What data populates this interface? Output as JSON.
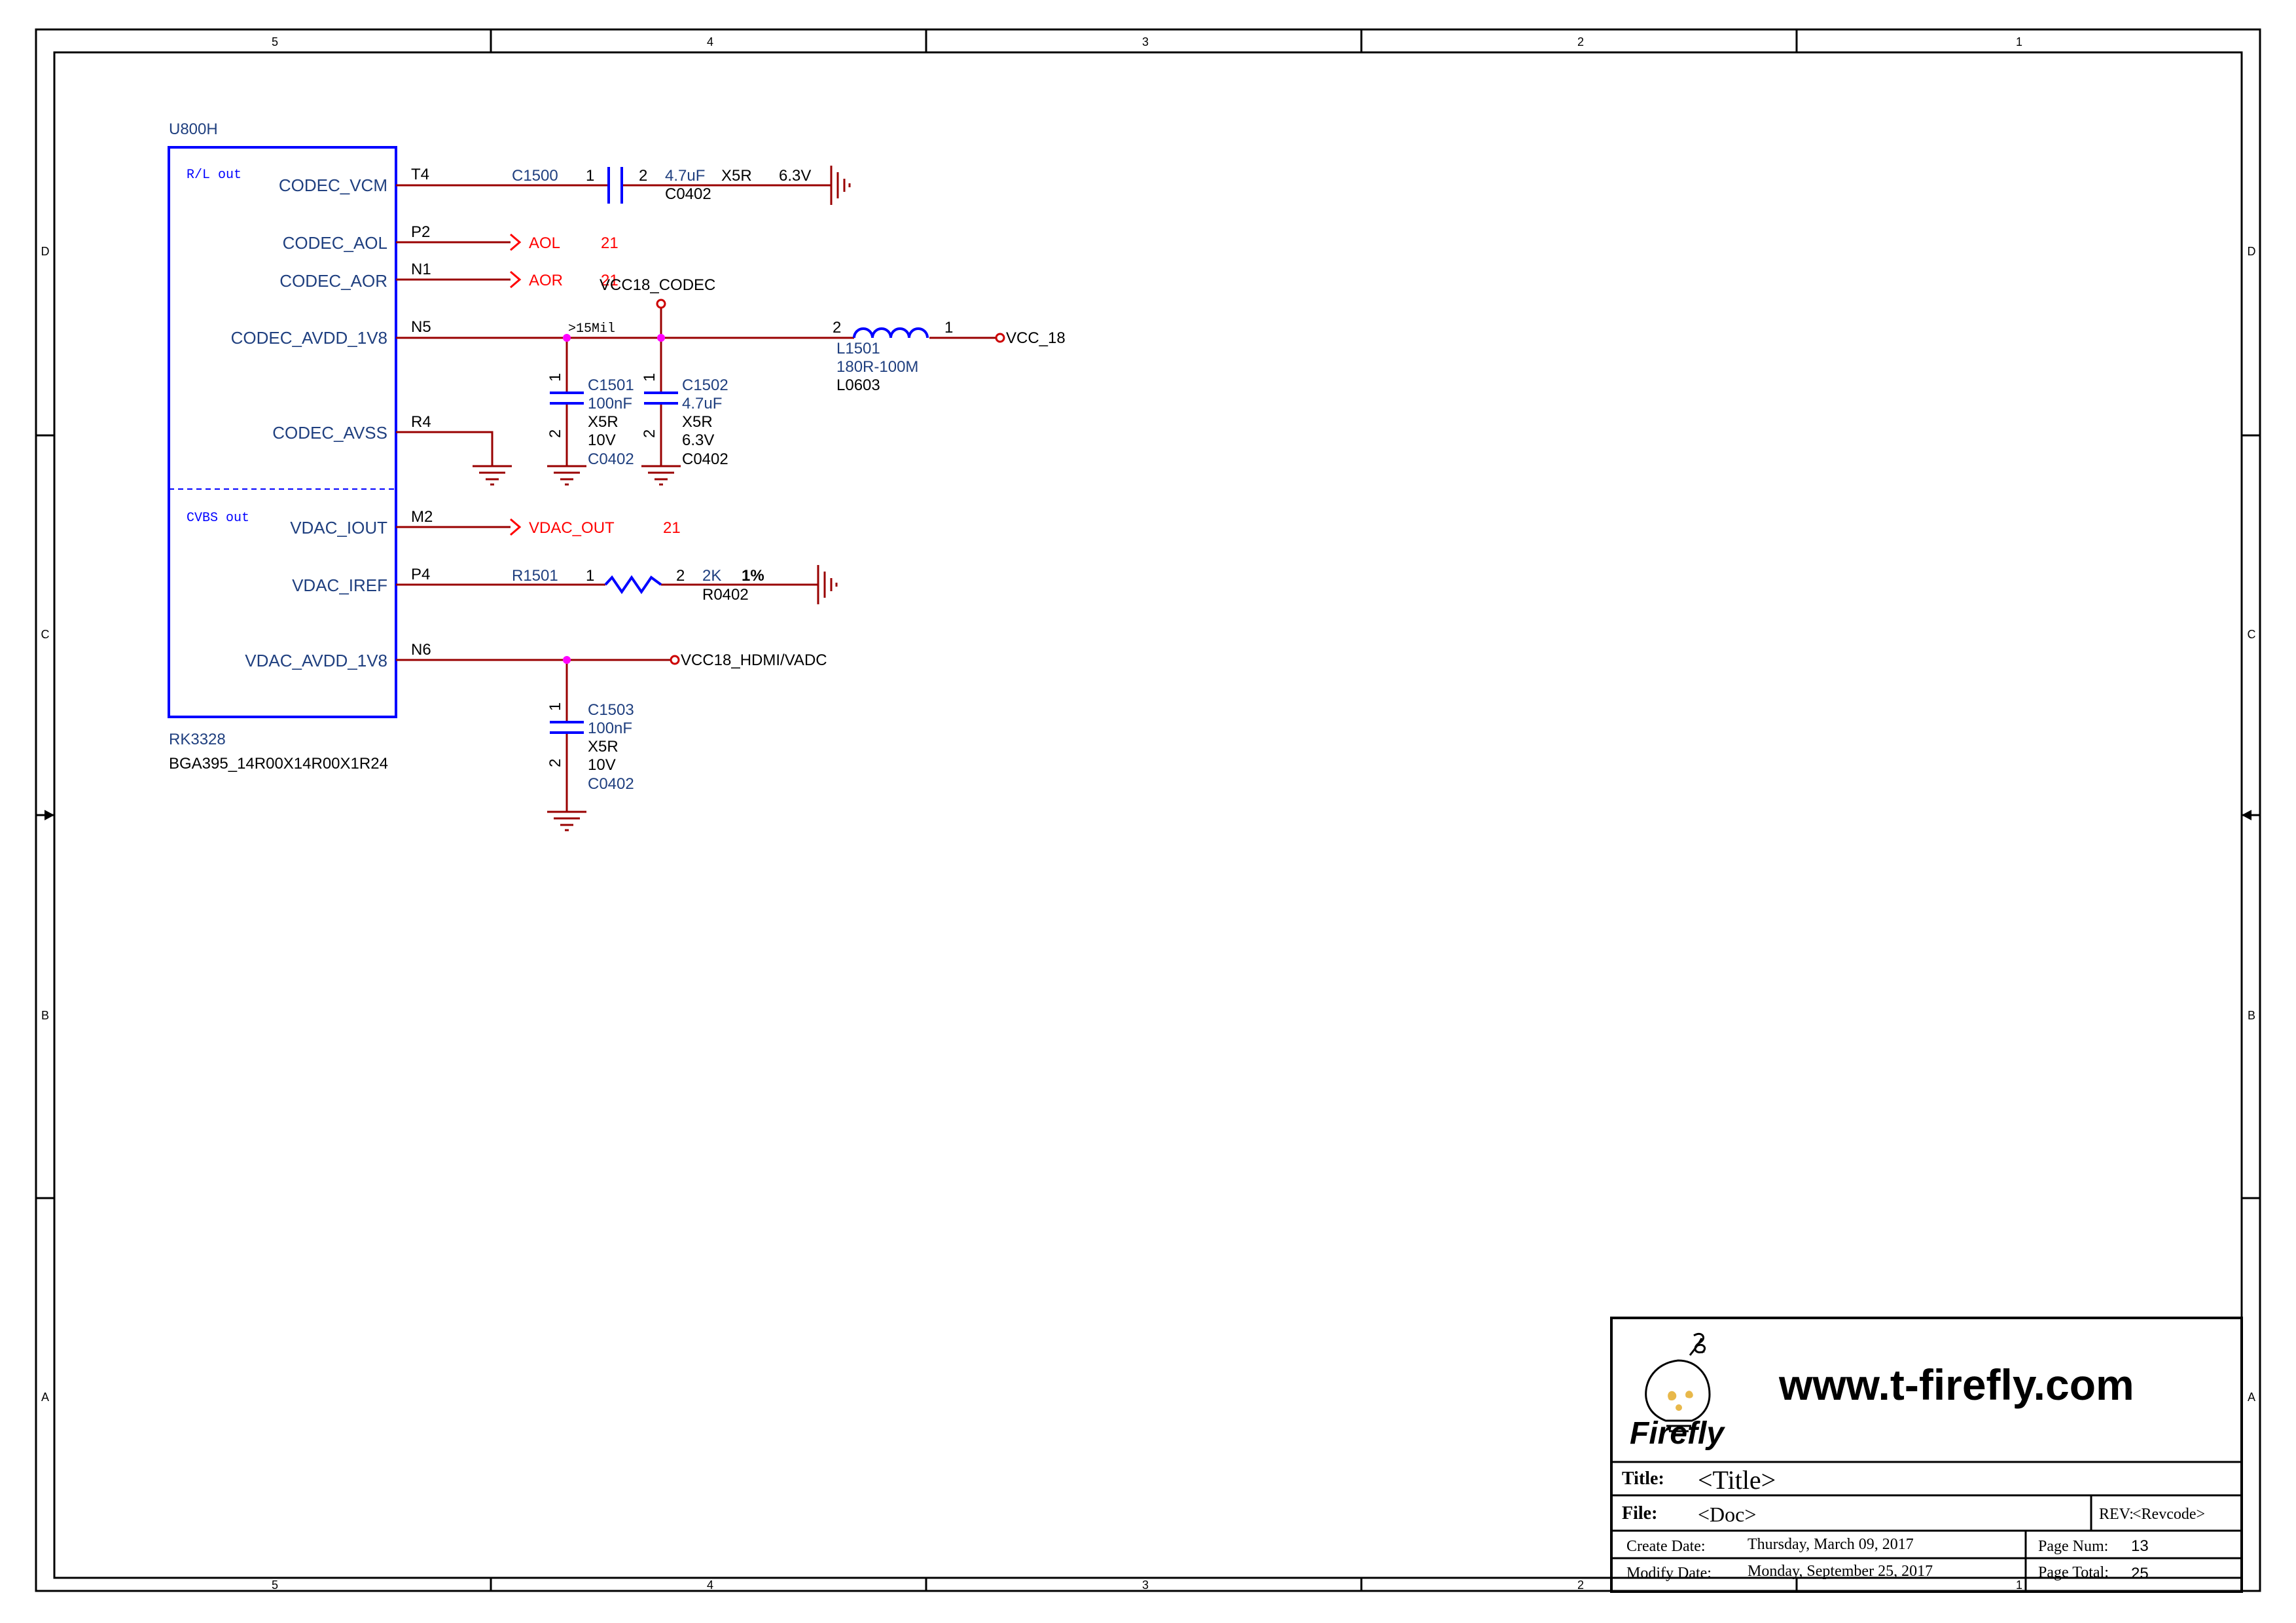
{
  "frame": {
    "columns": [
      "5",
      "4",
      "3",
      "2",
      "1"
    ],
    "rows": [
      "D",
      "C",
      "B",
      "A"
    ]
  },
  "symbol": {
    "ref": "U800H",
    "part": "RK3328",
    "footprint": "BGA395_14R00X14R00X1R24",
    "sections": [
      "R/L out",
      "CVBS out"
    ],
    "pins": [
      {
        "name": "CODEC_VCM",
        "num": "T4"
      },
      {
        "name": "CODEC_AOL",
        "num": "P2"
      },
      {
        "name": "CODEC_AOR",
        "num": "N1"
      },
      {
        "name": "CODEC_AVDD_1V8",
        "num": "N5"
      },
      {
        "name": "CODEC_AVSS",
        "num": "R4"
      },
      {
        "name": "VDAC_IOUT",
        "num": "M2"
      },
      {
        "name": "VDAC_IREF",
        "num": "P4"
      },
      {
        "name": "VDAC_AVDD_1V8",
        "num": "N6"
      }
    ]
  },
  "parts": {
    "c1500": {
      "ref": "C1500",
      "pin1": "1",
      "pin2": "2",
      "value": "4.7uF",
      "dielectric": "X5R",
      "voltage": "6.3V",
      "package": "C0402"
    },
    "c1501": {
      "ref": "C1501",
      "pin1": "1",
      "pin2": "2",
      "value": "100nF",
      "dielectric": "X5R",
      "voltage": "10V",
      "package": "C0402"
    },
    "c1502": {
      "ref": "C1502",
      "pin1": "1",
      "pin2": "2",
      "value": "4.7uF",
      "dielectric": "X5R",
      "voltage": "6.3V",
      "package": "C0402"
    },
    "c1503": {
      "ref": "C1503",
      "pin1": "1",
      "pin2": "2",
      "value": "100nF",
      "dielectric": "X5R",
      "voltage": "10V",
      "package": "C0402"
    },
    "l1501": {
      "ref": "L1501",
      "pin1": "1",
      "pin2": "2",
      "value": "180R-100M",
      "package": "L0603"
    },
    "r1501": {
      "ref": "R1501",
      "pin1": "1",
      "pin2": "2",
      "value": "2K",
      "tolerance": "1%",
      "package": "R0402"
    }
  },
  "nets": {
    "aol": {
      "name": "AOL",
      "page": "21"
    },
    "aor": {
      "name": "AOR",
      "page": "21"
    },
    "vdac_out": {
      "name": "VDAC_OUT",
      "page": "21"
    },
    "vcc18_codec": "VCC18_CODEC",
    "vcc_18": "VCC_18",
    "vcc18_hdmi_vadc": "VCC18_HDMI/VADC",
    "width_note": ">15Mil"
  },
  "titleblock": {
    "logo_text": "Firefly",
    "url": "www.t-firefly.com",
    "title_label": "Title:",
    "title_value": "<Title>",
    "file_label": "File:",
    "file_value": "<Doc>",
    "rev_label": "REV:",
    "rev_value": "<Revcode>",
    "create_label": "Create Date:",
    "create_value": "Thursday, March 09, 2017",
    "modify_label": "Modify Date:",
    "modify_value": "Monday, September 25, 2017",
    "page_num_label": "Page Num:",
    "page_num_value": "13",
    "page_total_label": "Page Total:",
    "page_total_value": "25"
  },
  "colors": {
    "border": "#000000",
    "symbol": "#0000ff",
    "pin_name": "#1f3f7f",
    "wire": "#990000",
    "offpage": "#ff0000",
    "junction": "#ff00ff",
    "text": "#000000"
  }
}
